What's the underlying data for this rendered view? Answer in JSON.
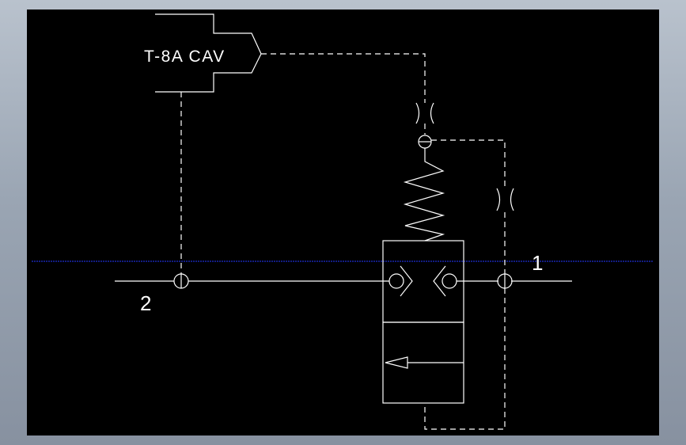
{
  "diagram": {
    "component_label": "T-8A CAV",
    "port_labels": {
      "port_1": "1",
      "port_2": "2"
    },
    "colors": {
      "canvas_background": "#000000",
      "line": "#ffffff",
      "crosshair": "#1f2fd0"
    }
  }
}
